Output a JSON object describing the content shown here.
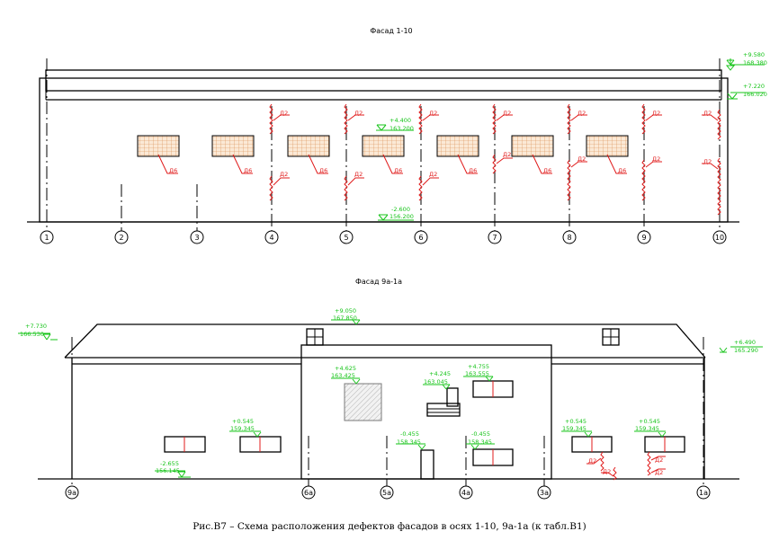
{
  "facade1": {
    "title": "Фасад 1-10",
    "axes": [
      "1",
      "2",
      "3",
      "4",
      "5",
      "6",
      "7",
      "8",
      "9",
      "10"
    ],
    "levels": [
      {
        "top": "+9.580",
        "bottom": "168.380"
      },
      {
        "top": "+7.220",
        "bottom": "166.020"
      },
      {
        "top": "+4.400",
        "bottom": "163.200"
      },
      {
        "top": "-2.600",
        "bottom": "156.200"
      }
    ],
    "defect_d2": "Д2",
    "defect_d6": "Д6"
  },
  "facade2": {
    "title": "Фасад 9а-1а",
    "axes": [
      "9а",
      "6а",
      "5а",
      "4а",
      "3а",
      "1а"
    ],
    "levels": [
      {
        "top": "+7.730",
        "bottom": "166.530"
      },
      {
        "top": "+9.050",
        "bottom": "167.850"
      },
      {
        "top": "+6.490",
        "bottom": "165.290"
      },
      {
        "top": "+4.625",
        "bottom": "163.425"
      },
      {
        "top": "+4.245",
        "bottom": "163.045"
      },
      {
        "top": "+4.755",
        "bottom": "163.555"
      },
      {
        "top": "+0.545",
        "bottom": "159.345"
      },
      {
        "top": "-0.455",
        "bottom": "158.345"
      },
      {
        "top": "-0.455",
        "bottom": "158.345"
      },
      {
        "top": "+0.545",
        "bottom": "159.345"
      },
      {
        "top": "+0.545",
        "bottom": "159.345"
      },
      {
        "top": "-2.655",
        "bottom": "156.145"
      }
    ],
    "defect_d2": "Д2"
  },
  "caption": "Рис.В7 – Схема расположения дефектов фасадов в осях 1-10, 9а-1а (к табл.В1)"
}
